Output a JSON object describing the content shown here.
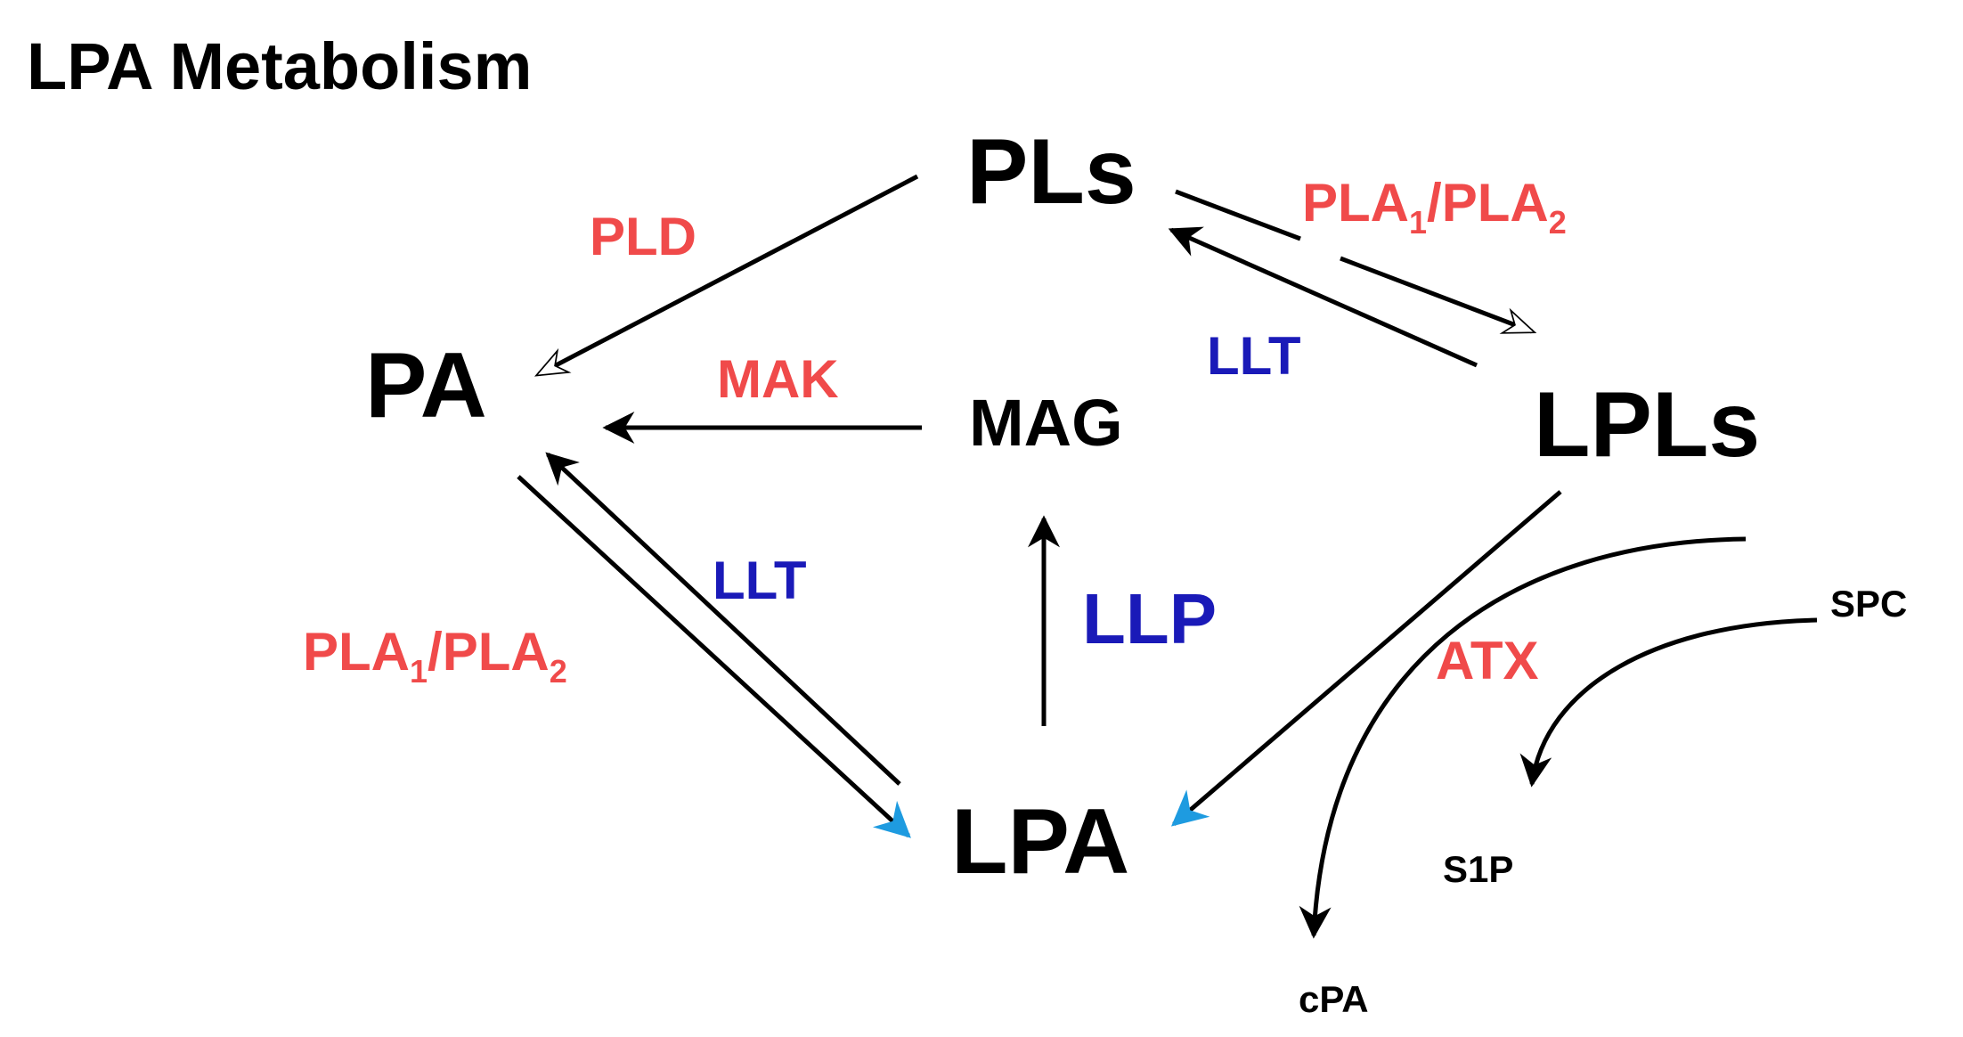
{
  "title": "LPA Metabolism",
  "colors": {
    "node": "#000000",
    "enzyme_red": "#f04a4a",
    "enzyme_blue": "#1a1ab8",
    "arrow_black": "#000000",
    "arrow_blue": "#1e9be0"
  },
  "nodes": {
    "pls": "PLs",
    "pa": "PA",
    "mag": "MAG",
    "lpls": "LPLs",
    "lpa": "LPA",
    "spc": "SPC",
    "s1p": "S1P",
    "cpa": "cPA"
  },
  "enzymes": {
    "pld": "PLD",
    "mak": "MAK",
    "llt_top": "LLT",
    "llt_left": "LLT",
    "llp": "LLP",
    "atx": "ATX",
    "pla_top": {
      "p1": "PLA",
      "s1": "1",
      "sep": "/PLA",
      "s2": "2"
    },
    "pla_left": {
      "p1": "PLA",
      "s1": "1",
      "sep": "/PLA",
      "s2": "2"
    }
  }
}
